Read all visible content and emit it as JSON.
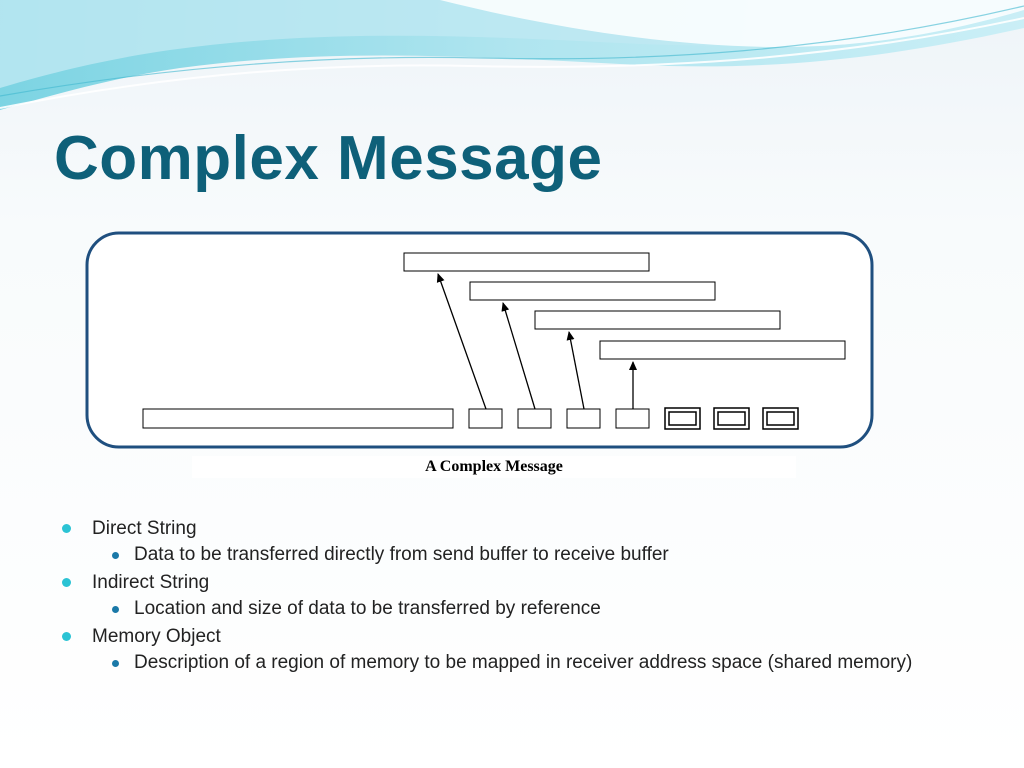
{
  "slide": {
    "title": "Complex Message"
  },
  "figure": {
    "caption": "A Complex Message"
  },
  "bullets": [
    {
      "text": "Direct String",
      "sub": [
        "Data to be transferred directly from send buffer to receive buffer"
      ]
    },
    {
      "text": "Indirect String",
      "sub": [
        "Location and size of data to be transferred by reference"
      ]
    },
    {
      "text": "Memory Object",
      "sub": [
        "Description of a region of memory to be mapped in receiver address space (shared memory)"
      ]
    }
  ],
  "colors": {
    "title": "#0e6079",
    "frame": "#1f4f7f",
    "bullet_primary": "#2bc3d4",
    "bullet_secondary": "#1a79a8",
    "wave_light": "#bfe9f2",
    "wave_mid": "#5cc9dc"
  }
}
